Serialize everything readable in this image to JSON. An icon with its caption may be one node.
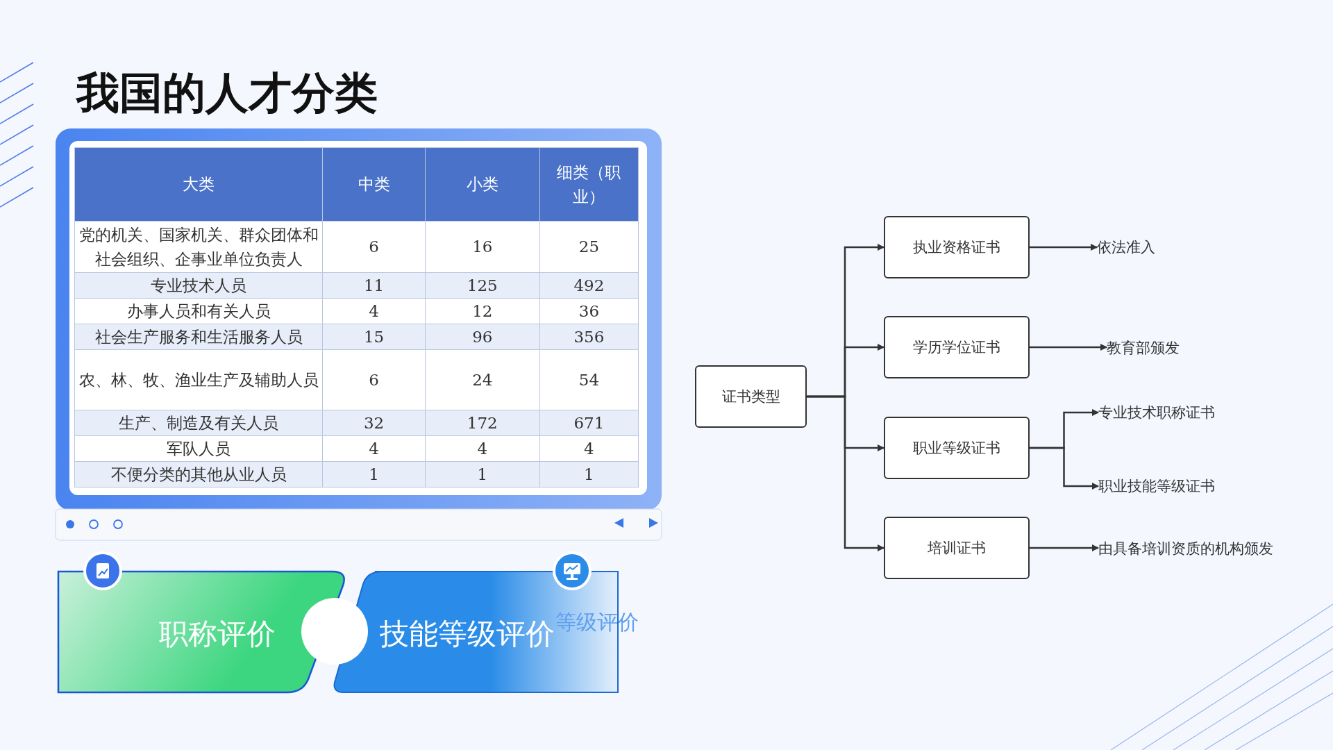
{
  "diagram": {
    "title": "我国的人才分类",
    "nodes": [
      {
        "text": [
          "证书类型"
        ]
      },
      {
        "text": [
          "执业资格证书"
        ]
      },
      {
        "text": [
          "学历学位证书"
        ]
      },
      {
        "text": [
          "职业等级证书"
        ]
      },
      {
        "text": [
          "培训证书"
        ]
      },
      {
        "text": [
          "依法准入"
        ]
      },
      {
        "text": [
          "教育部颁发"
        ]
      },
      {
        "text": [
          "专业技术职称证书"
        ]
      },
      {
        "text": [
          "职业技能等级证书"
        ]
      },
      {
        "text": [
          "由具备培训资质的机构颁发"
        ]
      },
      {
        "text": [
          "职称评价"
        ]
      },
      {
        "text": [
          "技能等级评价"
        ]
      },
      {
        "text": [],
        "shape": "circle"
      }
    ],
    "edges": [
      {
        "from": 0,
        "to": 1,
        "arrow": "to"
      },
      {
        "from": 0,
        "to": 2,
        "arrow": "to"
      },
      {
        "from": 0,
        "to": 3,
        "arrow": "to"
      },
      {
        "from": 0,
        "to": 4,
        "arrow": "to"
      },
      {
        "from": 1,
        "to": 5,
        "arrow": "to"
      },
      {
        "from": 2,
        "to": 6,
        "arrow": "to"
      },
      {
        "from": 3,
        "to": 7,
        "arrow": "to"
      },
      {
        "from": 3,
        "to": 8,
        "arrow": "to"
      },
      {
        "from": 4,
        "to": 9,
        "arrow": "to"
      }
    ],
    "labels": [
      "大类",
      "中类",
      "小类",
      "细类（职业）",
      "党的机关、国家机关、群众团体和社会组织、企事业单位负责人",
      "6",
      "16",
      "25",
      "专业技术人员",
      "11",
      "125",
      "492",
      "办事人员和有关人员",
      "4",
      "12",
      "36",
      "社会生产服务和生活服务人员",
      "15",
      "96",
      "356",
      "农、林、牧、渔业生产及辅助人员",
      "6",
      "24",
      "54",
      "生产、制造及有关人员",
      "32",
      "172",
      "671",
      "军队人员",
      "4",
      "4",
      "4",
      "不便分类的其他从业人员",
      "1",
      "1",
      "1",
      "等级评价"
    ]
  }
}
